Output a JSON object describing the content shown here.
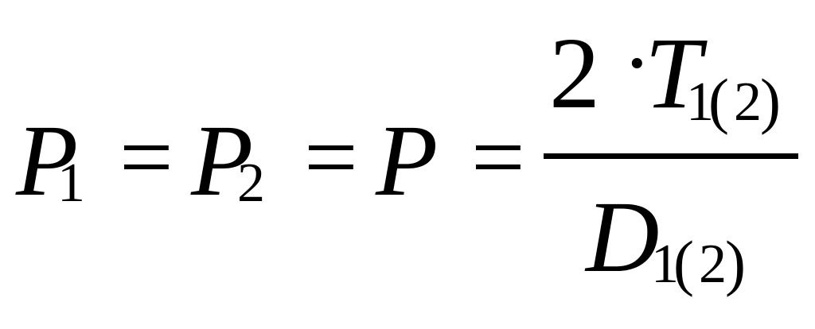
{
  "formula": {
    "lhs": [
      {
        "symbol": "P",
        "subscript": "1"
      },
      {
        "symbol": "P",
        "subscript": "2"
      },
      {
        "symbol": "P",
        "subscript": ""
      }
    ],
    "equals": "=",
    "numerator": {
      "coefficient": "2",
      "operator": "·",
      "symbol": "T",
      "subscript_main": "1",
      "paren_open": "(",
      "subscript_alt": "2",
      "paren_close": ")"
    },
    "denominator": {
      "symbol": "D",
      "subscript_main": "1",
      "paren_open": "(",
      "subscript_alt": "2",
      "paren_close": ")"
    }
  }
}
